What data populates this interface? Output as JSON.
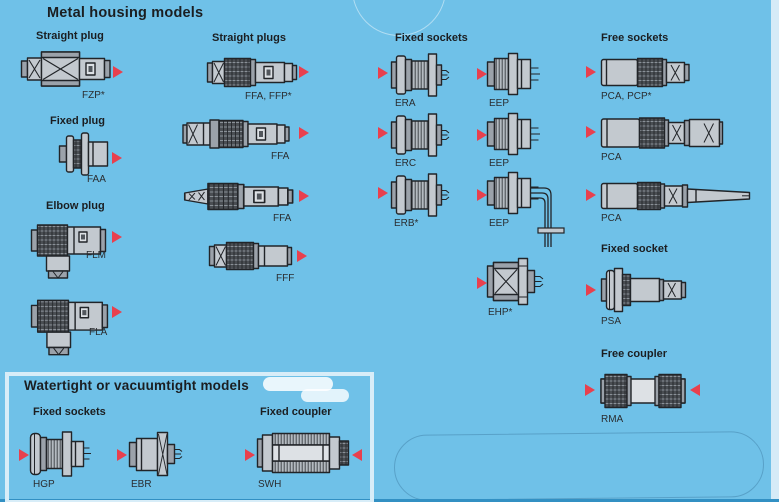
{
  "metal": {
    "title": "Metal housing models",
    "straight_plug_heading": "Straight plug",
    "fzp": "FZP*",
    "fixed_plug_heading": "Fixed plug",
    "faa": "FAA",
    "elbow_plug_heading": "Elbow plug",
    "flm": "FLM",
    "fla": "FLA",
    "straight_plugs_heading": "Straight plugs",
    "ffa_ffp": "FFA, FFP*",
    "ffa2": "FFA",
    "ffa3": "FFA",
    "fff": "FFF",
    "fixed_sockets_heading": "Fixed sockets",
    "era": "ERA",
    "eep1": "EEP",
    "erc": "ERC",
    "eep2": "EEP",
    "erb": "ERB*",
    "eep3": "EEP",
    "ehp": "EHP*",
    "free_sockets_heading": "Free sockets",
    "pca_pcp": "PCA, PCP*",
    "pca2": "PCA",
    "pca3": "PCA",
    "fixed_socket_heading": "Fixed socket",
    "psa": "PSA",
    "free_coupler_heading": "Free coupler",
    "rma": "RMA"
  },
  "watertight": {
    "title": "Watertight or vacuumtight models",
    "fixed_sockets_heading": "Fixed sockets",
    "hgp": "HGP",
    "ebr": "EBR",
    "fixed_coupler_heading": "Fixed coupler",
    "swh": "SWH"
  },
  "colors": {
    "background": "#6fc1e8",
    "arrow_red": "#e8404e",
    "text": "#1b1e21",
    "panel_border": "#d8edf8"
  }
}
